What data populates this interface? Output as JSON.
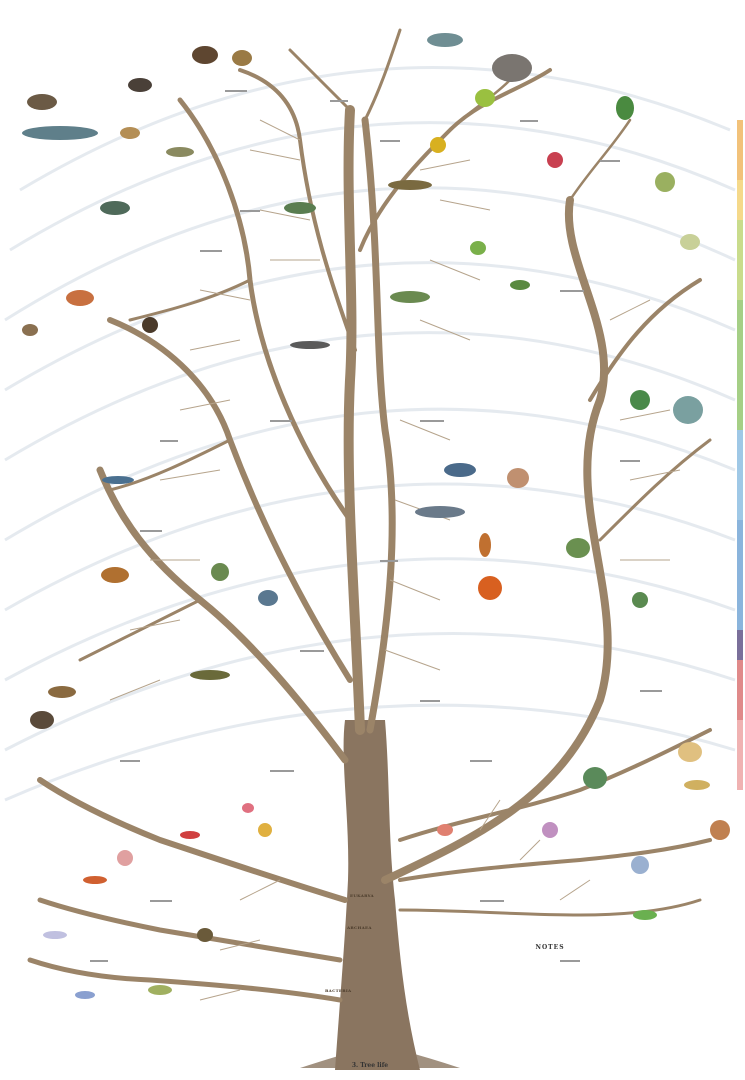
{
  "notes": {
    "title": "NOTES",
    "paragraphs": [
      "",
      "",
      "",
      ""
    ]
  },
  "root": {
    "title": "3. Tree life",
    "subtitle": ""
  },
  "major_nodes": [
    "BACTERIA",
    "ARCHAEA",
    "EUKARYA"
  ],
  "colors": {
    "trunk": "#8a7560",
    "trunk_light": "#a89278",
    "arc": "#d6dde6",
    "scale": [
      "#f2c27a",
      "#f5d98a",
      "#c9dc8c",
      "#a5cf86",
      "#9fc8e6",
      "#8ab4dc",
      "#7a6f9a",
      "#e08a8a",
      "#f0b2b2"
    ]
  }
}
